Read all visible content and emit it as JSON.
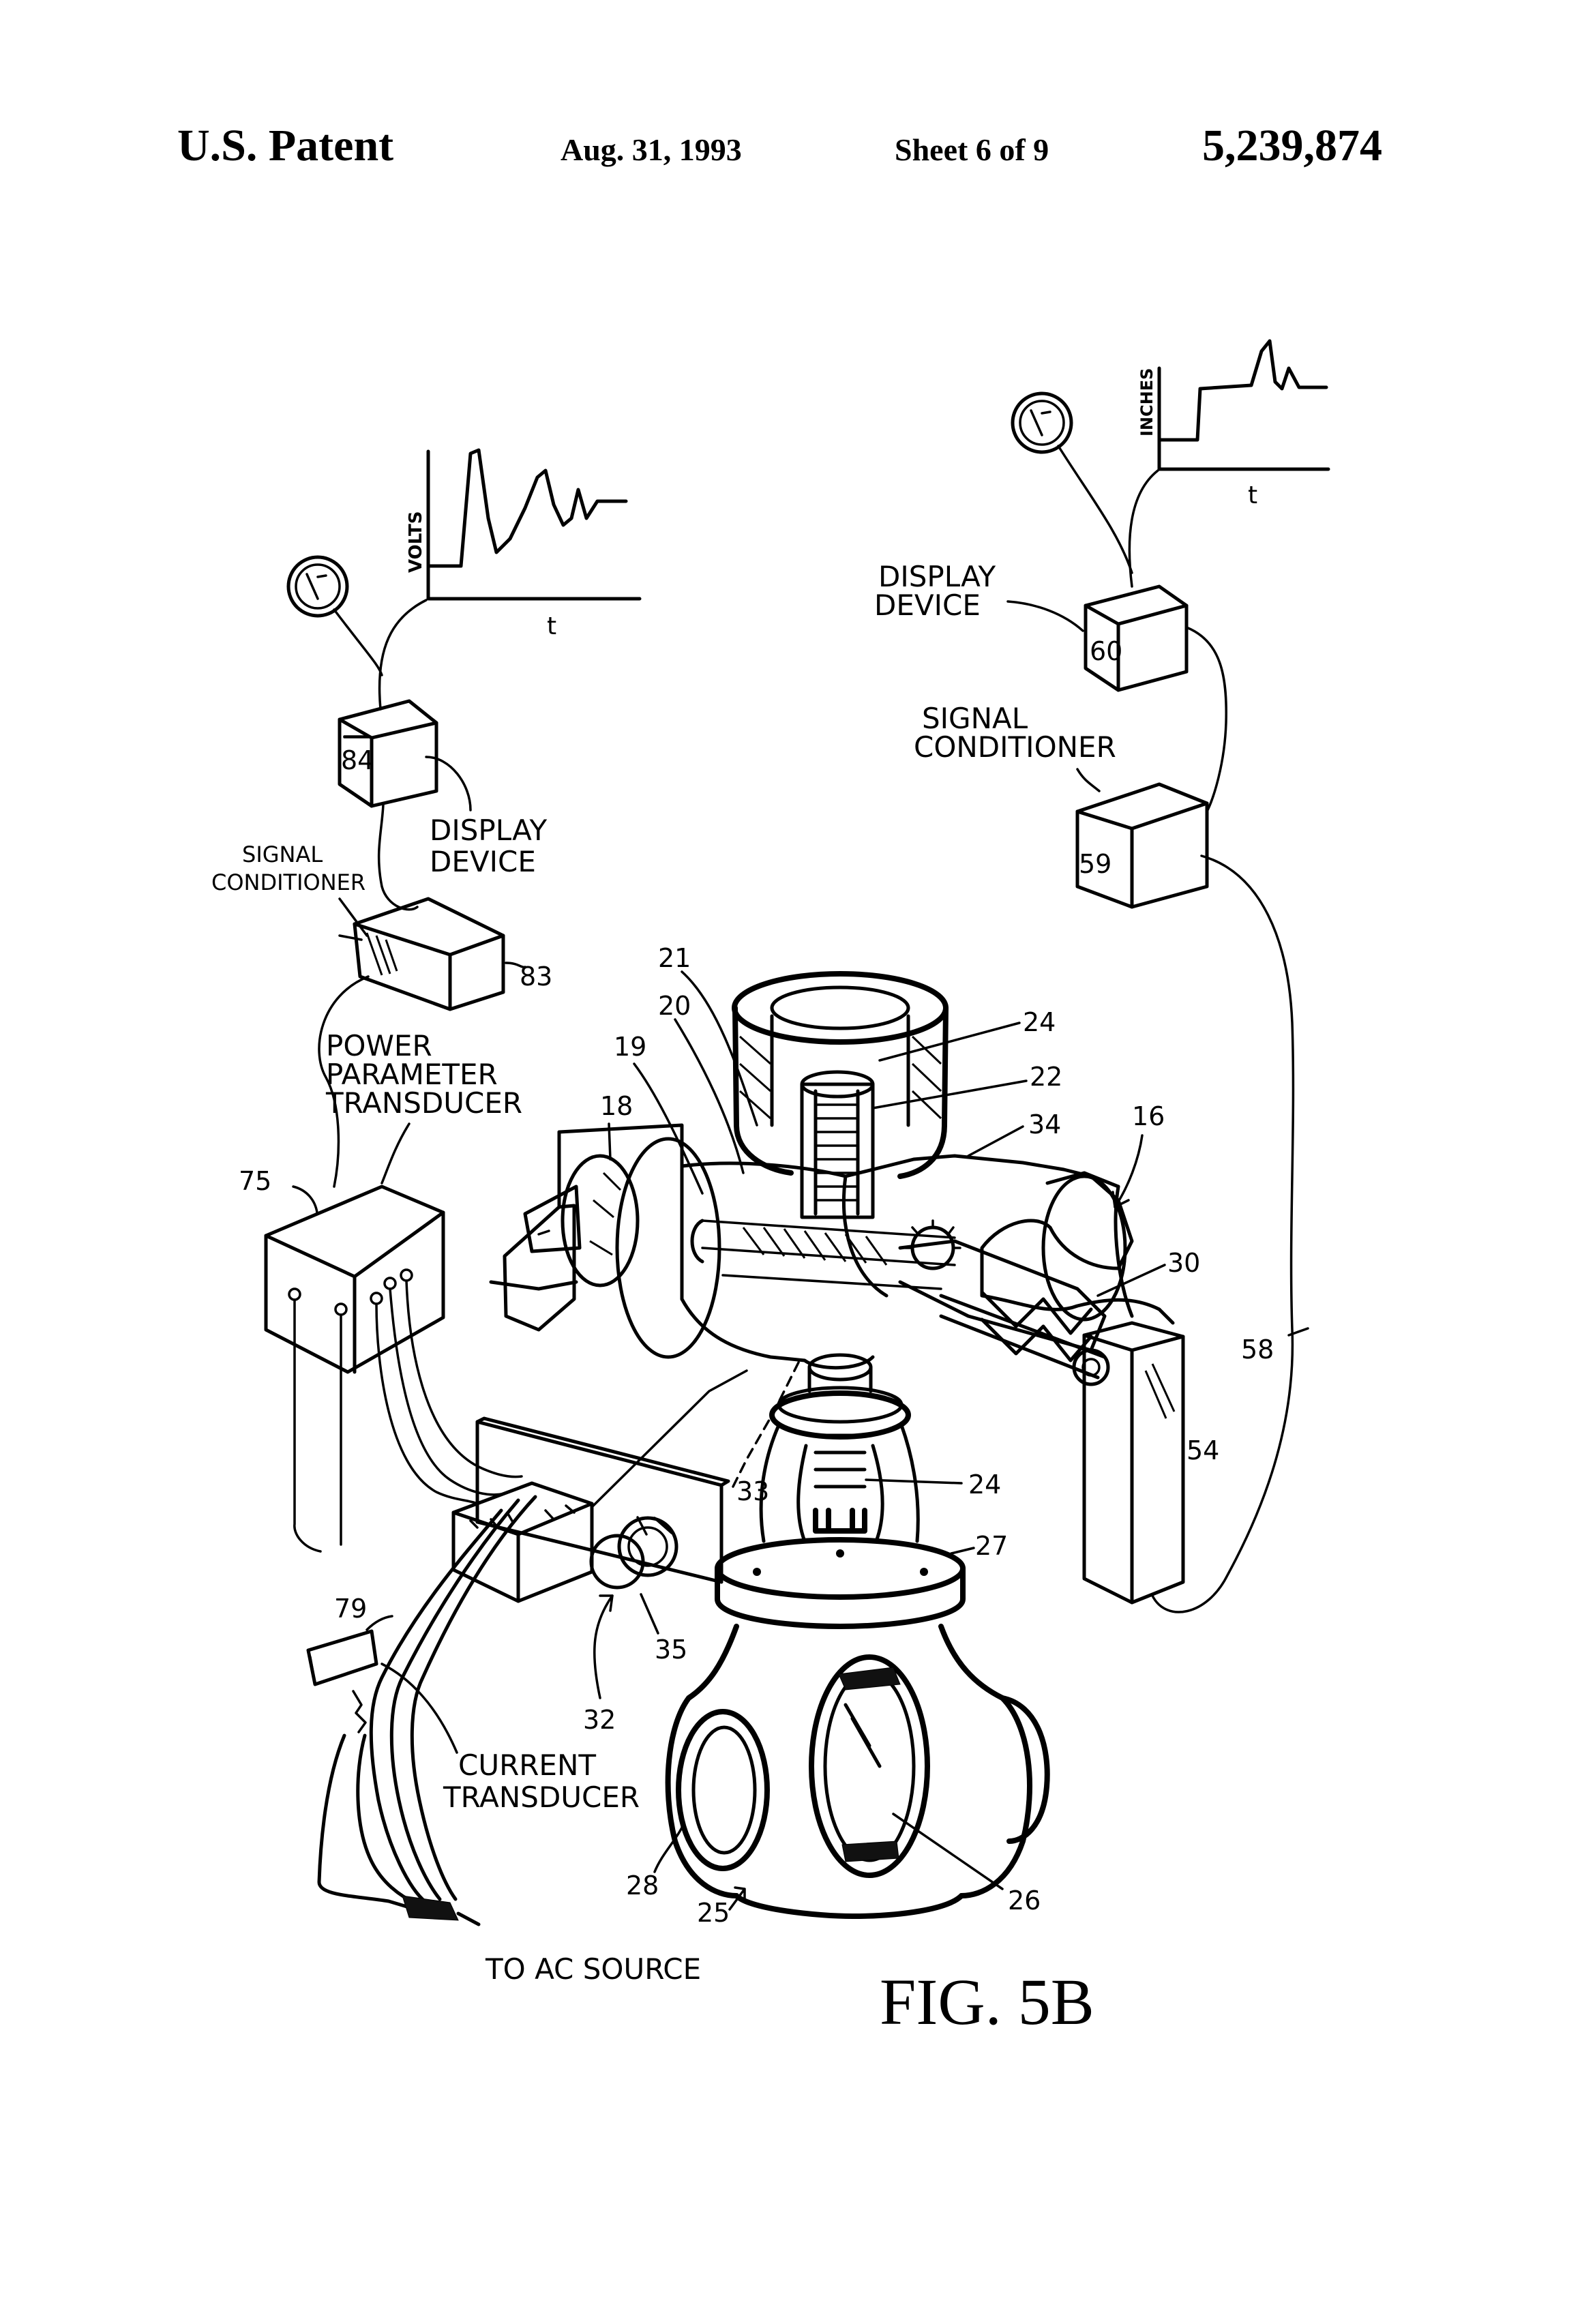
{
  "header": {
    "patent": "U.S. Patent",
    "date": "Aug. 31, 1993",
    "sheet": "Sheet 6 of 9",
    "number": "5,239,874"
  },
  "figure_label": "FIG. 5B",
  "labels": {
    "volts": "VOLTS",
    "t_left": "t",
    "inches": "INCHES",
    "t_right": "t",
    "display_device_left_1": "DISPLAY",
    "display_device_left_2": "DEVICE",
    "display_device_right_1": "DISPLAY",
    "display_device_right_2": "DEVICE",
    "signal_conditioner_left_1": "SIGNAL",
    "signal_conditioner_left_2": "CONDITIONER",
    "signal_conditioner_right_1": "SIGNAL",
    "signal_conditioner_right_2": "CONDITIONER",
    "power_transducer_1": "POWER",
    "power_transducer_2": "PARAMETER",
    "power_transducer_3": "TRANSDUCER",
    "current_transducer_1": "CURRENT",
    "current_transducer_2": "TRANSDUCER",
    "ac_source": "TO AC SOURCE"
  },
  "reference_numerals": {
    "n84": "84",
    "n83": "83",
    "n75": "75",
    "n79": "79",
    "n60": "60",
    "n59": "59",
    "n58": "58",
    "n54": "54",
    "n16": "16",
    "n30": "30",
    "n34": "34",
    "n22": "22",
    "n24a": "24",
    "n24b": "24",
    "n21": "21",
    "n20": "20",
    "n19": "19",
    "n18": "18",
    "n33": "33",
    "n27": "27",
    "n35": "35",
    "n32": "32",
    "n28": "28",
    "n25": "25",
    "n26": "26"
  }
}
